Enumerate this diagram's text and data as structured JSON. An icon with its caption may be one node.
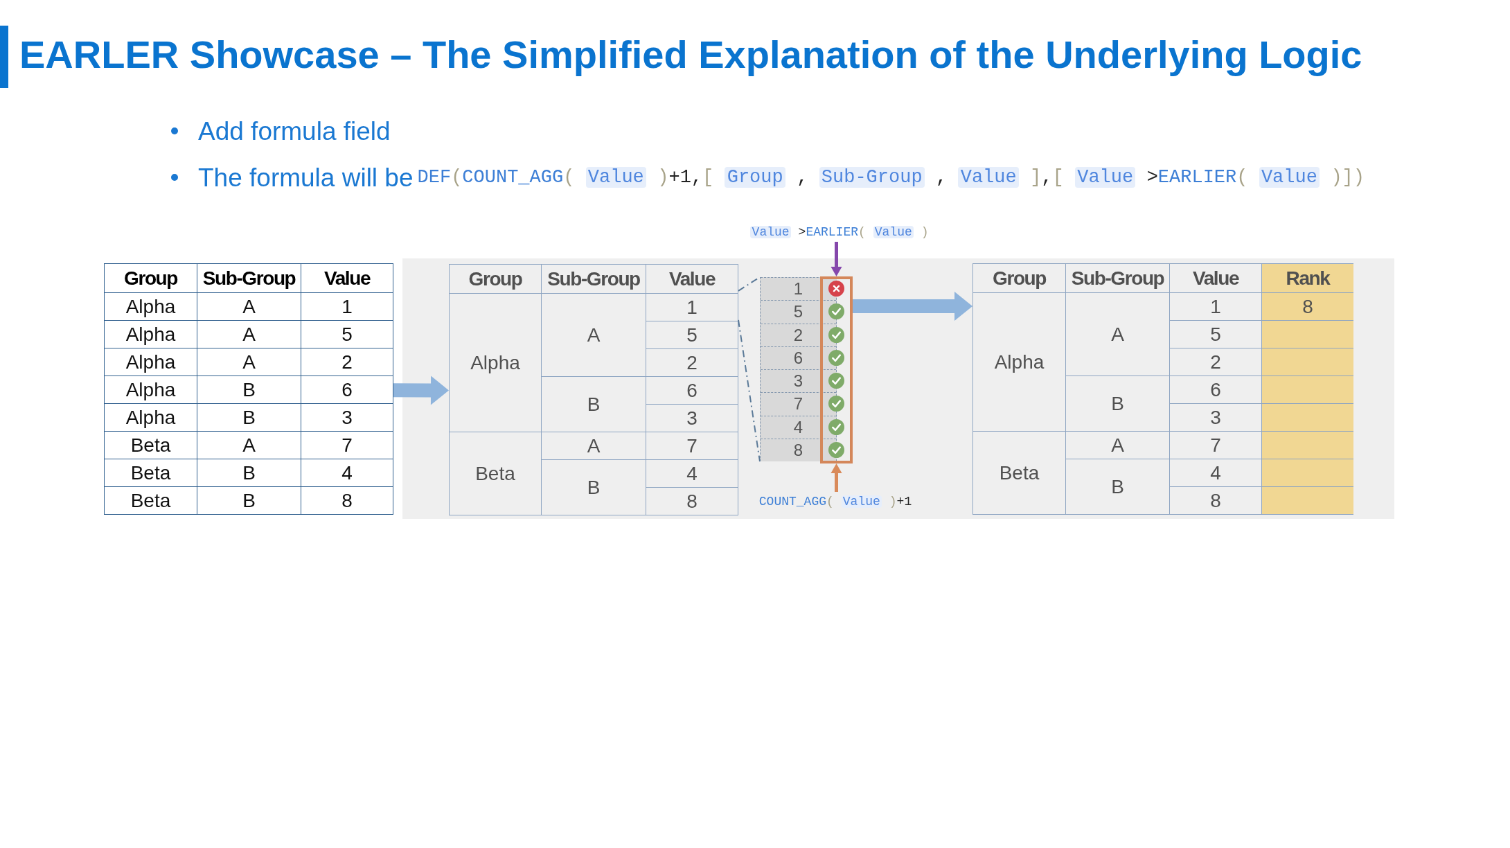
{
  "diagram": {
    "title": "EARLER Showcase – The Simplified Explanation of the Underlying Logic",
    "nodes": [
      {
        "text": [
          "Group",
          "Sub-Group",
          "Value",
          "Alpha",
          "A",
          "1",
          "Alpha",
          "A",
          "5",
          "Alpha",
          "A",
          "2",
          "Alpha",
          "B",
          "6",
          "Alpha",
          "B",
          "3",
          "Beta",
          "A",
          "7",
          "Beta",
          "B",
          "4",
          "Beta",
          "B",
          "8"
        ]
      },
      {
        "text": [],
        "shape": "box"
      },
      {
        "text": [
          "Group",
          "Sub-Group",
          "Value",
          "Alpha",
          "A",
          "1",
          "5",
          "2",
          "B",
          "6",
          "3",
          "Beta",
          "A",
          "7",
          "B",
          "4",
          "8"
        ],
        "in": 1
      },
      {
        "text": [
          "Value >EARLIER( Value )"
        ]
      },
      {
        "text": [
          "1",
          "5",
          "2",
          "6",
          "3",
          "7",
          "4",
          "8"
        ],
        "in": 1
      },
      {
        "text": [],
        "shape": "box",
        "in": 1
      },
      {
        "text": [
          "COUNT_AGG( Value )+1"
        ],
        "in": 1
      },
      {
        "text": [
          "Group",
          "Sub-Group",
          "Value",
          "Rank",
          "Alpha",
          "A",
          "1",
          "8",
          "5",
          "2",
          "B",
          "6",
          "3",
          "Beta",
          "A",
          "7",
          "B",
          "4",
          "8"
        ],
        "in": 1
      }
    ],
    "edges": [
      {
        "from": 0,
        "to": 2,
        "arrow": "to",
        "style": "thick",
        "color": "#8fb4dc"
      },
      {
        "from": 2,
        "to": 4,
        "arrow": "none",
        "style": "dashed",
        "color": "#5b7a98"
      },
      {
        "from": 2,
        "to": 4,
        "arrow": "none",
        "style": "dashed",
        "color": "#5b7a98"
      },
      {
        "from": 3,
        "to": 5,
        "arrow": "to",
        "color": "#8547ab"
      },
      {
        "from": 6,
        "to": 5,
        "arrow": "to",
        "color": "#d98a5a"
      },
      {
        "from": 5,
        "to": 7,
        "arrow": "to",
        "style": "thick",
        "color": "#8fb4dc"
      }
    ],
    "labels": [
      "Add formula field",
      "The formula will be",
      "DEF(COUNT_AGG( Value )+1,[ Group , Sub-Group , Value ],[ Value >EARLIER( Value )])"
    ]
  }
}
